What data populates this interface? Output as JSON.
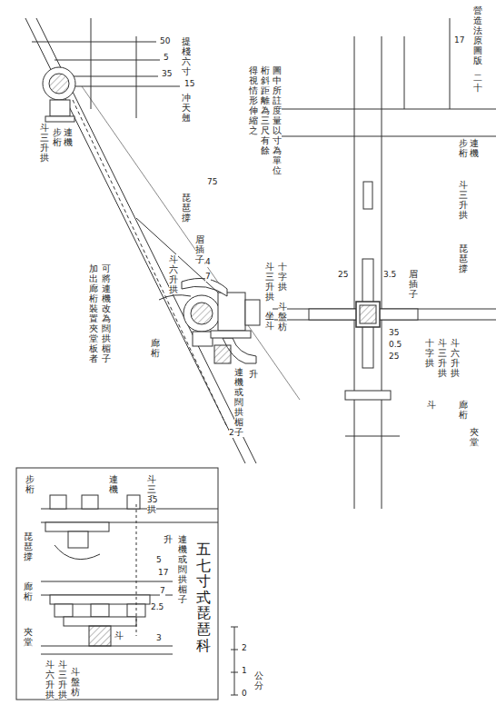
{
  "diagram": {
    "title": "五七寸式 琵琶科",
    "labels": [
      "營造法原圖版",
      "二十",
      "提棧六寸",
      "50",
      "5",
      "35",
      "15",
      "冲天翹",
      "步桁",
      "連機",
      "斗三升拱",
      "圖中所註度量以寸為單位",
      "桁斜距離為三尺有餘",
      "得視情形伸縮之",
      "加出廊桁裝置夾堂板者",
      "可將連機改為闊拱楣子",
      "琵琶撐",
      "眉插子",
      "斗六升拱",
      "斗三升拱",
      "十字拱",
      "坐斗",
      "斗盤枋",
      "廊桁",
      "連機或闊拱楣子",
      "升",
      "7",
      "2",
      "4",
      "75",
      "步桁",
      "連機",
      "斗三升拱",
      "琵琶撐",
      "眉插子",
      "十字拱",
      "斗三升拱",
      "斗六升拱",
      "廊桁",
      "斗",
      "夾堂",
      "35",
      "0.5",
      "25",
      "17",
      "3.5",
      "25",
      "步桁",
      "連機",
      "斗三升拱",
      "琵琶撐",
      "廊桁",
      "連機或闊拱楣子",
      "升",
      "斗",
      "夾堂",
      "斗六升拱",
      "斗三升拱",
      "斗盤枋",
      "35",
      "5",
      "3",
      "2.5",
      "7",
      "17",
      "0",
      "1",
      "2",
      "公分"
    ]
  }
}
